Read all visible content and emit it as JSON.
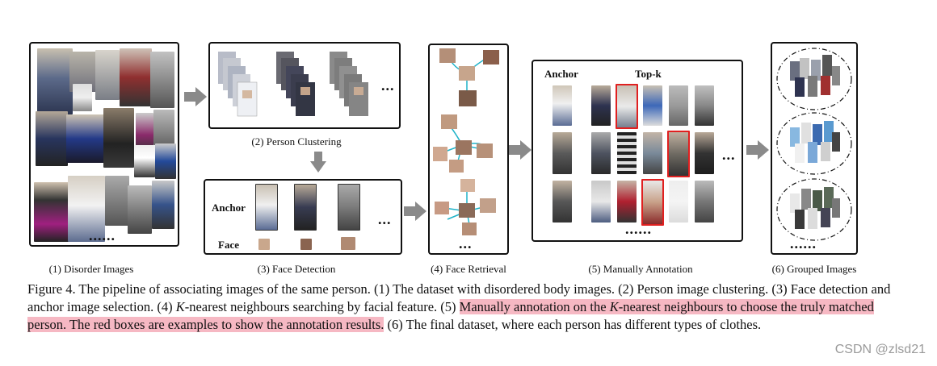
{
  "panels": {
    "p1": {
      "label": "(1) Disorder Images",
      "dots": "......"
    },
    "p2": {
      "label": "(2) Person Clustering",
      "dots": "..."
    },
    "p3": {
      "label": "(3) Face Detection",
      "anchor": "Anchor",
      "face": "Face",
      "dots": "..."
    },
    "p4": {
      "label": "(4) Face Retrieval",
      "dots": "..."
    },
    "p5": {
      "label": "(5) Manually Annotation",
      "anchor": "Anchor",
      "topk": "Top-k",
      "dots": "......",
      "side_dots": "..."
    },
    "p6": {
      "label": "(6) Grouped Images",
      "dots": "......"
    }
  },
  "caption": {
    "part1": "Figure 4. The pipeline of associating images of the same person. (1) The dataset with disordered body images. (2) Person image clustering. (3) Face detection and anchor image selection. (4) ",
    "k1": "K",
    "part2": "-nearest neighbours searching by facial feature. (5) ",
    "hl_a": "Manually annotation on the ",
    "k2": "K",
    "hl_b": "-nearest neighbours to choose the truly matched person. The red boxes are examples to show the annotation results.",
    "part3": " (6) The final dataset, where each person has different types of clothes."
  },
  "watermark": "CSDN @zlsd21",
  "colors": {
    "border": "#111111",
    "arrow": "#8a8a8a",
    "highlight": "#f6b8c3",
    "red_box": "#e02020",
    "link": "#1fb3c8"
  }
}
